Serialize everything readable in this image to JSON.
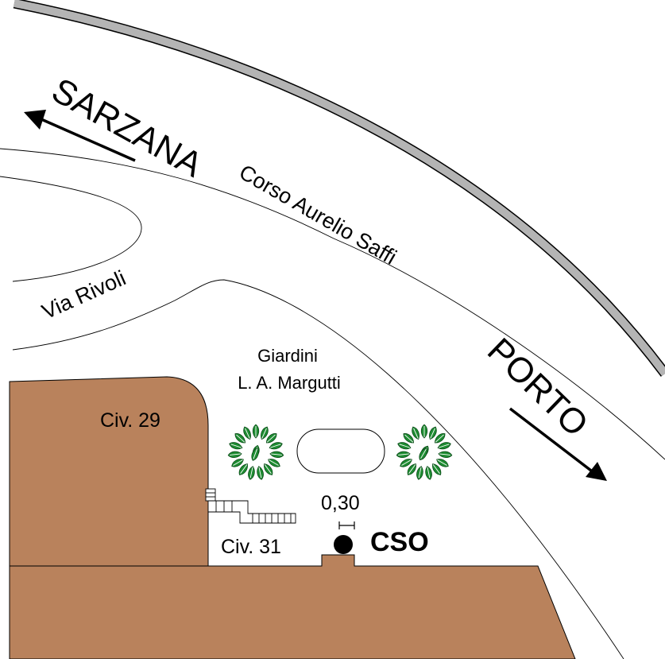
{
  "streets": {
    "main_road": "Corso Aurelio Saffi",
    "side_road": "Via Rivoli"
  },
  "directions": {
    "west": "SARZANA",
    "east": "PORTO"
  },
  "park": {
    "line1": "Giardini",
    "line2": "L. A. Margutti"
  },
  "buildings": {
    "civ29": "Civ. 29",
    "civ31": "Civ. 31"
  },
  "marker": {
    "label": "CSO",
    "distance": "0,30"
  },
  "colors": {
    "building_fill": "#b9825c",
    "tree_fill": "#1e8c32",
    "wall_fill": "#b4b4b4",
    "line": "#000000"
  },
  "icons": {
    "tree": "tree-canopy-icon",
    "cso_point": "filled-circle-icon",
    "arrow": "arrow-icon"
  }
}
